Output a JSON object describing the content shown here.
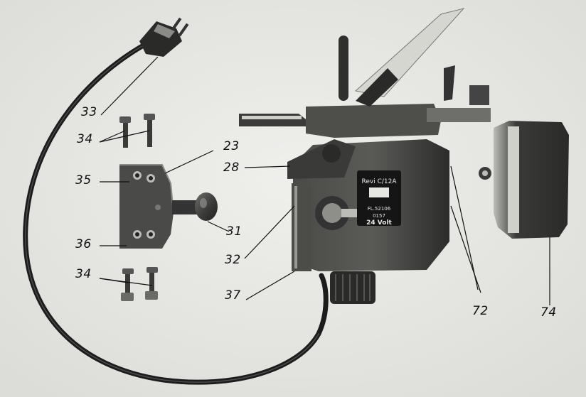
{
  "figure": {
    "device": {
      "plate_text": [
        "Revi C/12A",
        "FL.52106",
        "0157",
        "24 Volt"
      ]
    },
    "callouts": [
      {
        "key": "c33",
        "label": "33"
      },
      {
        "key": "c34a",
        "label": "34"
      },
      {
        "key": "c23",
        "label": "23"
      },
      {
        "key": "c28",
        "label": "28"
      },
      {
        "key": "c35",
        "label": "35"
      },
      {
        "key": "c31",
        "label": "31"
      },
      {
        "key": "c36",
        "label": "36"
      },
      {
        "key": "c32",
        "label": "32"
      },
      {
        "key": "c34b",
        "label": "34"
      },
      {
        "key": "c37",
        "label": "37"
      },
      {
        "key": "c72",
        "label": "72"
      },
      {
        "key": "c74",
        "label": "74"
      }
    ]
  }
}
